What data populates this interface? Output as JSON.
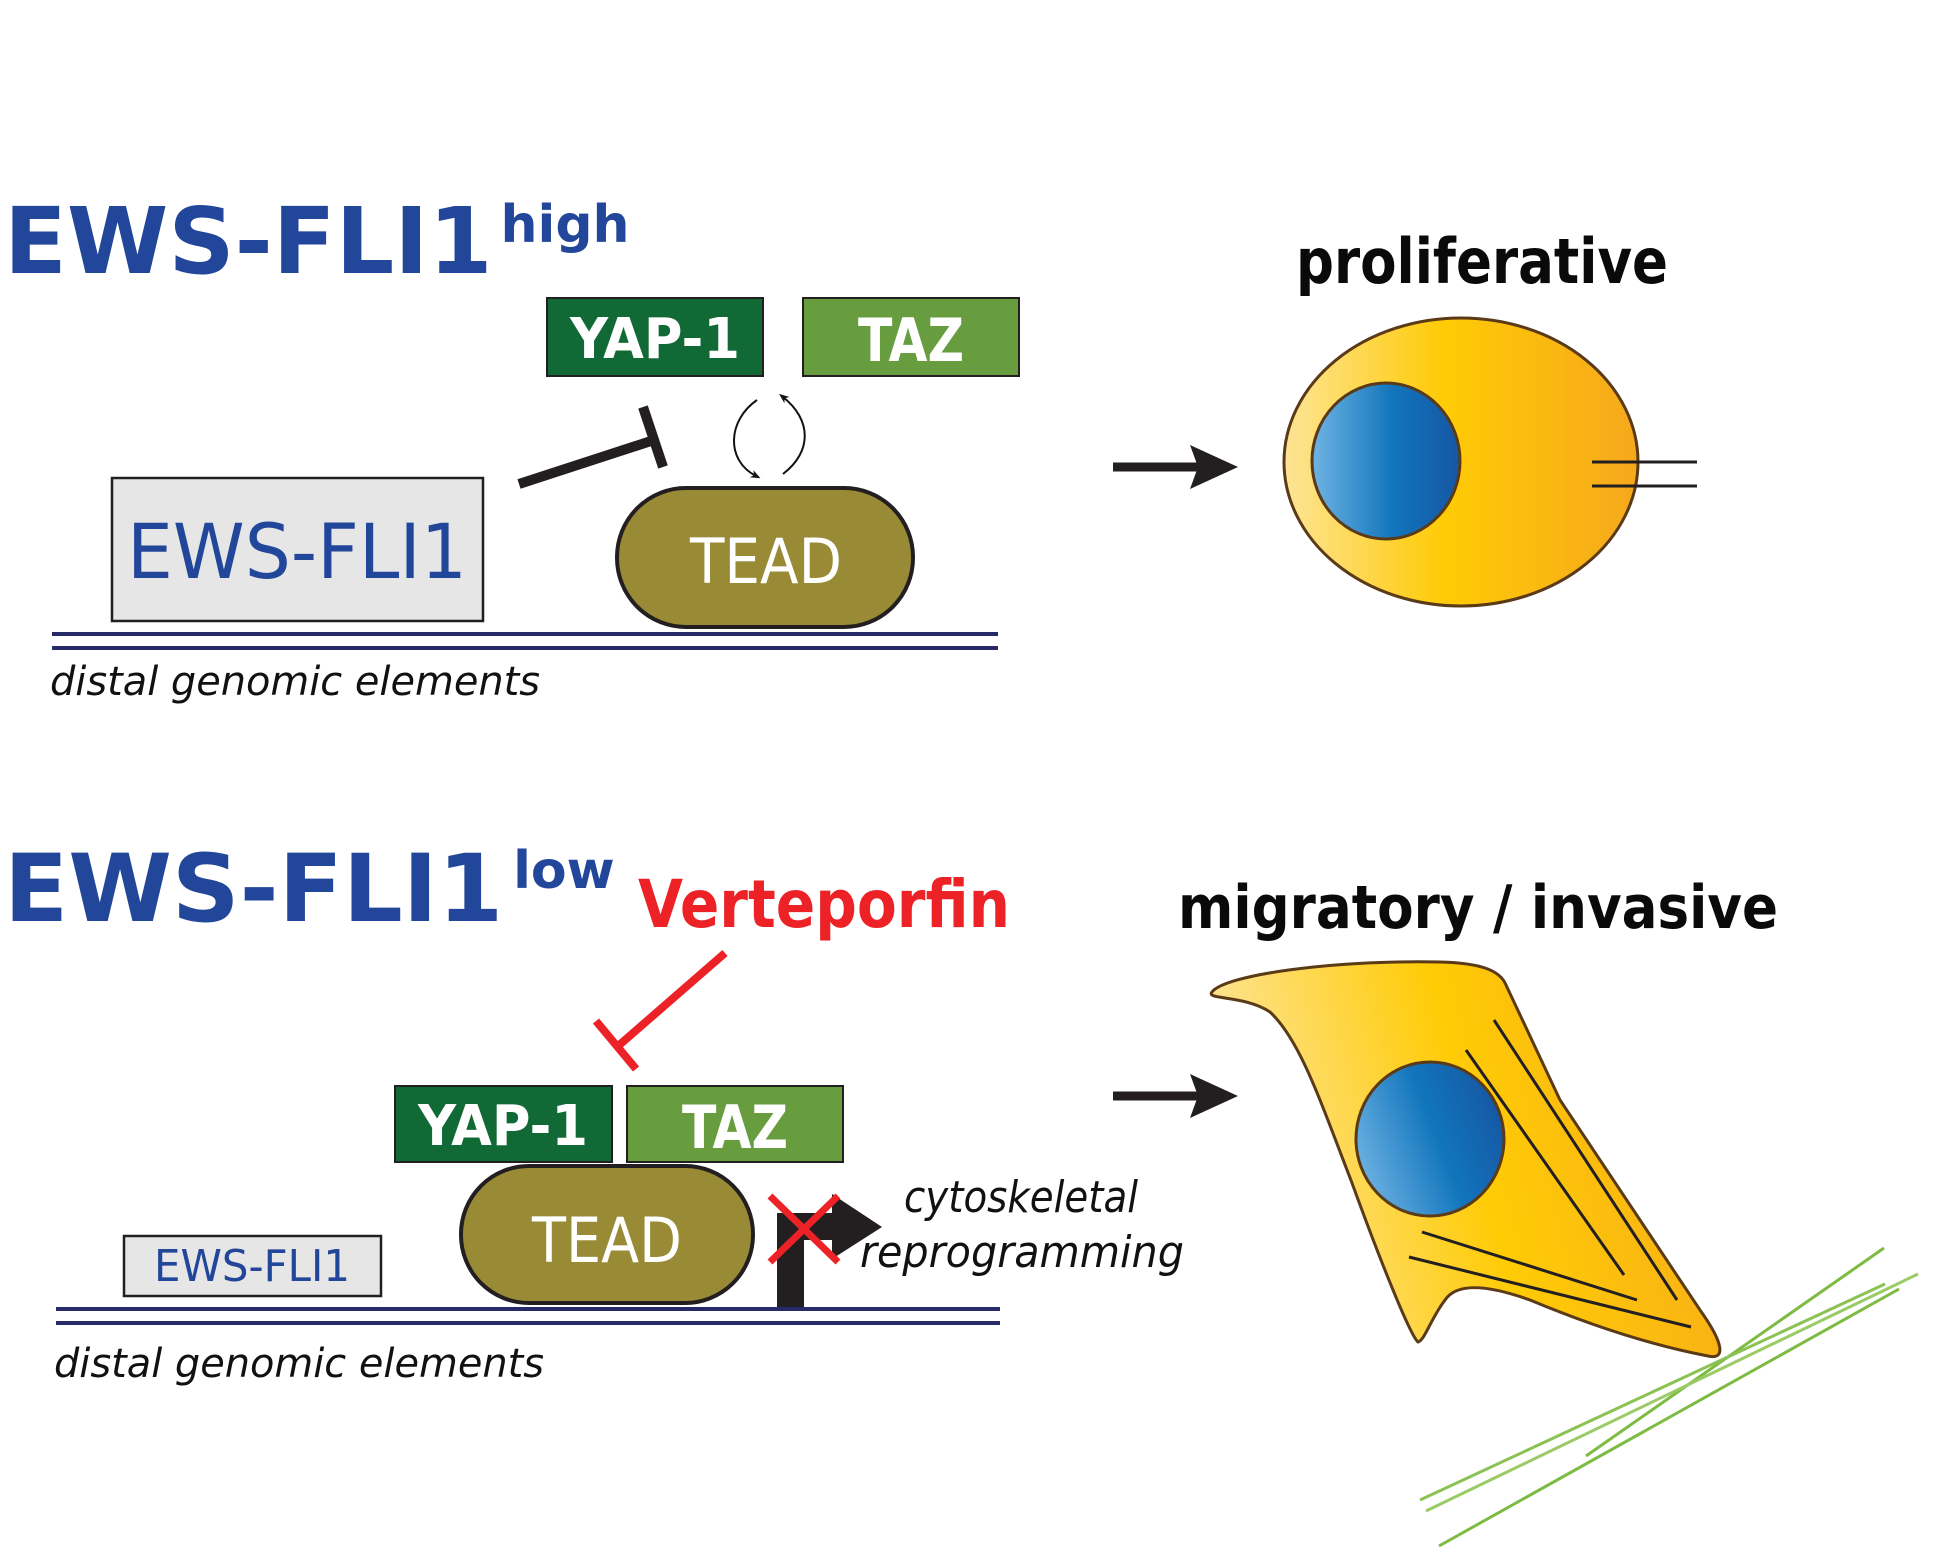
{
  "colors": {
    "title_blue": "#21469a",
    "yap1_green": "#116936",
    "taz_green": "#679c3f",
    "tead_olive": "#998a35",
    "ews_box_fill": "#e6e6e6",
    "dna_navy": "#262a66",
    "inhibitor_red": "#ec2227",
    "cell_yellow_light": "#fde496",
    "cell_yellow_mid": "#ffcb05",
    "cell_orange": "#f6a81c",
    "cell_outline": "#5a3a17",
    "nucleus_light": "#6fb3e3",
    "nucleus_mid": "#1175bc",
    "nucleus_dark": "#1656a3",
    "ecm_fiber_green": "#7dbb42"
  },
  "top_panel": {
    "title_main": "EWS-FLI1",
    "title_superscript": "high",
    "ews_box_label": "EWS-FLI1",
    "yap1_label": "YAP-1",
    "taz_label": "TAZ",
    "tead_label": "TEAD",
    "dna_caption": "distal genomic elements",
    "inhibition": "EWS-FLI1 inhibits YAP-1/TAZ",
    "exchange_icon": "bidirectional-cycle-arrows",
    "phenotype_label": "proliferative"
  },
  "bottom_panel": {
    "title_main": "EWS-FLI1",
    "title_superscript": "low",
    "drug_label": "Verteporfin",
    "ews_box_label": "EWS-FLI1",
    "yap1_label": "YAP-1",
    "taz_label": "TAZ",
    "tead_label": "TEAD",
    "dna_caption": "distal genomic elements",
    "target_label_line1": "cytoskeletal",
    "target_label_line2": "reprogramming",
    "blocked_marker": "red-x",
    "phenotype_label": "migratory / invasive"
  }
}
